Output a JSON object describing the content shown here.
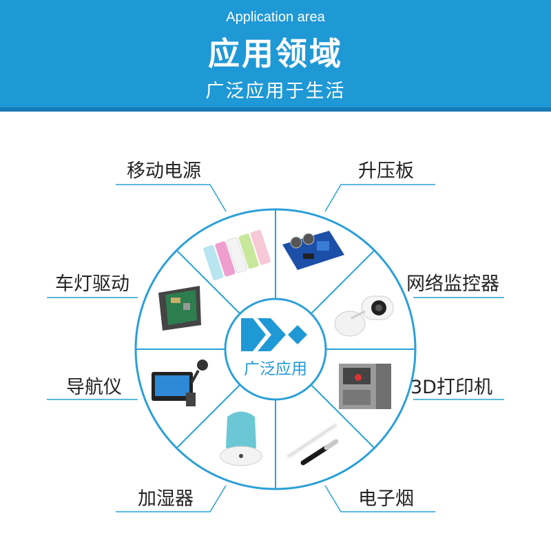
{
  "banner": {
    "subtitle_en": "Application area",
    "title": "应用领域",
    "tagline": "广泛应用于生活"
  },
  "center": {
    "label": "广泛应用"
  },
  "applications": [
    {
      "label": "移动电源",
      "icon": "power-bank-icon"
    },
    {
      "label": "升压板",
      "icon": "boost-board-icon"
    },
    {
      "label": "车灯驱动",
      "icon": "headlight-driver-icon"
    },
    {
      "label": "网络监控器",
      "icon": "network-camera-icon"
    },
    {
      "label": "导航仪",
      "icon": "gps-navigator-icon"
    },
    {
      "label": "3D打印机",
      "icon": "3d-printer-icon"
    },
    {
      "label": "加湿器",
      "icon": "humidifier-icon"
    },
    {
      "label": "电子烟",
      "icon": "e-cigarette-icon"
    }
  ],
  "colors": {
    "accent": "#1f98d6",
    "accent_dark": "#147ab8",
    "text": "#222222",
    "line": "#2a9fd8"
  }
}
